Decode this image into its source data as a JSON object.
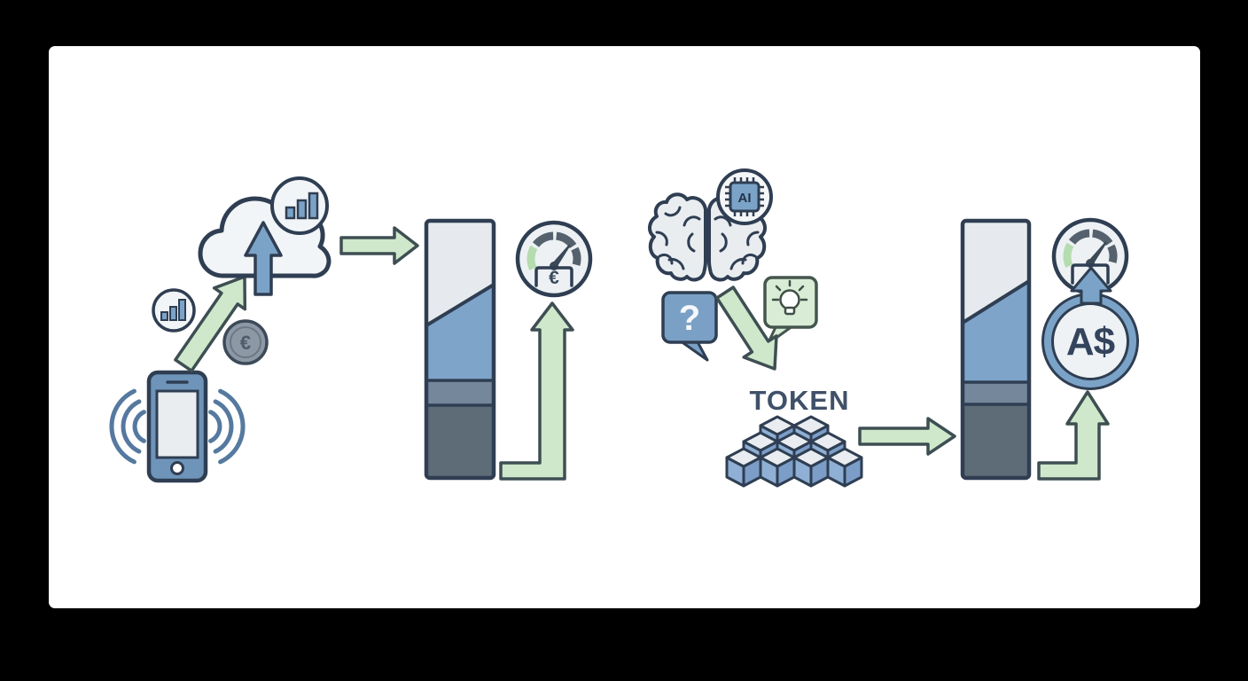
{
  "scene": {
    "frame_color": "#000000",
    "canvas_color": "#ffffff",
    "description": "Two-panel illustration: mobile data usage cost flow (left) and AI token cost flow (right)"
  },
  "palette": {
    "outline": "#2f3e52",
    "steel_blue": "#7ba3c8",
    "steel_blue_dark": "#6f94ba",
    "cloud_fill": "#f2f5f7",
    "bar_light": "#e6eaee",
    "bar_blue": "#7ea4ca",
    "bar_band": "#75879a",
    "bar_dark": "#5e6c78",
    "arrow_green_fill": "#cfe8cb",
    "arrow_green_stroke": "#3e4f53",
    "gauge_green": "#b5dcae",
    "gauge_segment": "#55626e",
    "bubble_blue": "#7aa0c6",
    "bubble_green": "#d9ecd5",
    "bulb_white": "#fdfefe",
    "coin_gray": "#8d98a5",
    "token_text": "#3f5169",
    "label_navy": "#33445c"
  },
  "left_flow": {
    "icons": [
      "smartphone-with-signal-waves",
      "trend-chart-badge",
      "euro-coin",
      "cloud-upload-with-chart-badge",
      "stacked-cost-bar",
      "euro-cost-gauge"
    ],
    "euro_symbol": "€",
    "gauge_symbol": "€"
  },
  "right_flow": {
    "icons": [
      "brain",
      "ai-chip-badge",
      "question-bubble",
      "idea-bulb-bubble",
      "token-cubes",
      "stacked-cost-bar",
      "cost-gauge",
      "aud-medallion"
    ],
    "ai_label": "AI",
    "question_mark": "?",
    "token_label": "TOKEN",
    "aud_label": "A$"
  }
}
